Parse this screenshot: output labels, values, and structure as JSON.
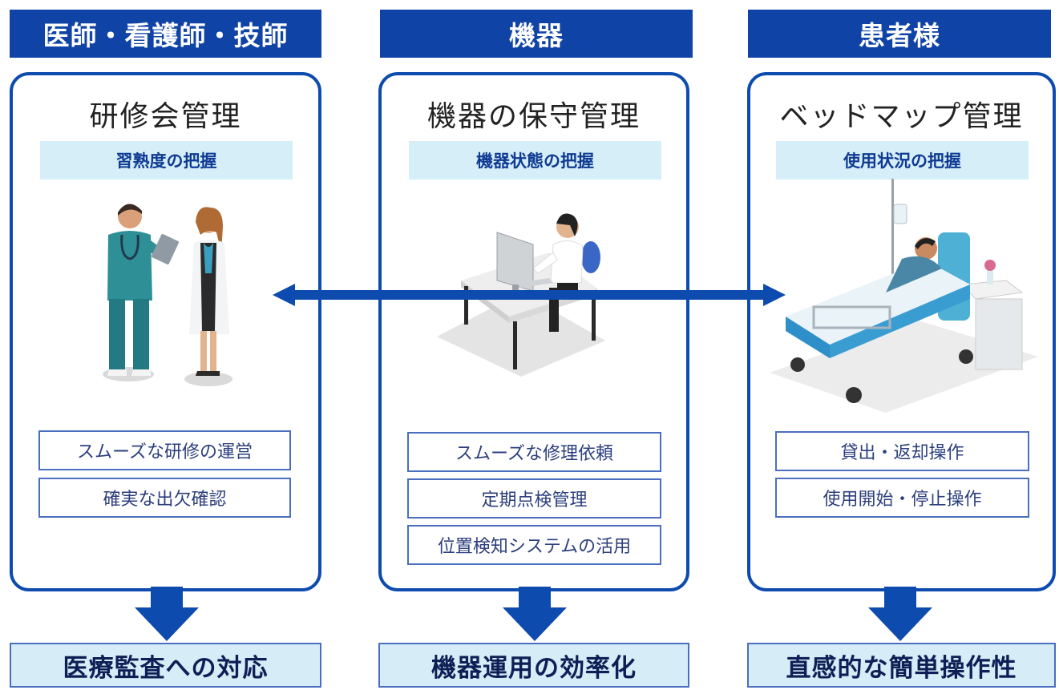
{
  "columns": [
    {
      "header": "医師・看護師・技師",
      "title": "研修会管理",
      "subtitle": "習熟度の把握",
      "items": [
        "スムーズな研修の運営",
        "確実な出欠確認"
      ],
      "result": "医療監査への対応",
      "illustration": "doctor-and-nurse-illustration"
    },
    {
      "header": "機器",
      "title": "機器の保守管理",
      "subtitle": "機器状態の把握",
      "items": [
        "スムーズな修理依頼",
        "定期点検管理",
        "位置検知システムの活用"
      ],
      "result": "機器運用の効率化",
      "illustration": "staff-at-computer-desk-illustration"
    },
    {
      "header": "患者様",
      "title": "ベッドマップ管理",
      "subtitle": "使用状況の把握",
      "items": [
        "貸出・返却操作",
        "使用開始・停止操作"
      ],
      "result": "直感的な簡単操作性",
      "illustration": "patient-in-hospital-bed-illustration"
    }
  ],
  "connector": "double-headed-arrow",
  "colors": {
    "header_bg": "#0f43a5",
    "card_border": "#0d4bae",
    "subtitle_bg": "#d5eef8",
    "result_bg": "#d6ecf7",
    "arrow": "#0d4bae"
  }
}
